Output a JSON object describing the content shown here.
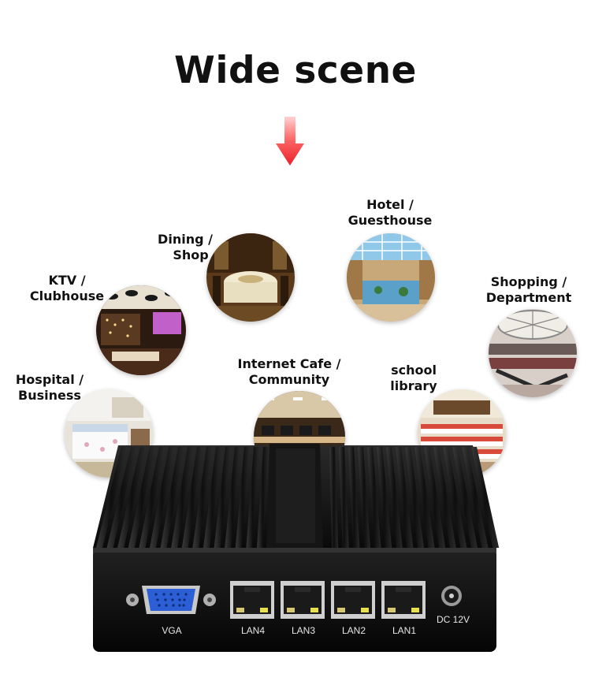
{
  "title": "Wide scene",
  "scenes": [
    {
      "key": "hotel",
      "line1": "Hotel /",
      "line2": "Guesthouse"
    },
    {
      "key": "dining",
      "line1": "Dining /",
      "line2": "Shop"
    },
    {
      "key": "ktv",
      "line1": "KTV /",
      "line2": "Clubhouse"
    },
    {
      "key": "shopping",
      "line1": "Shopping /",
      "line2": "Department"
    },
    {
      "key": "hospital",
      "line1": "Hospital /",
      "line2": "Business"
    },
    {
      "key": "cafe",
      "line1": "Internet Cafe /",
      "line2": "Community"
    },
    {
      "key": "school",
      "line1": "school",
      "line2": "library"
    }
  ],
  "ports": {
    "vga": "VGA",
    "lan4": "LAN4",
    "lan3": "LAN3",
    "lan2": "LAN2",
    "lan1": "LAN1",
    "dc": "DC 12V"
  },
  "colors": {
    "arrow": "#e8202a",
    "vga_port": "#2c5fd6",
    "device_body": "#1b1b1b"
  }
}
